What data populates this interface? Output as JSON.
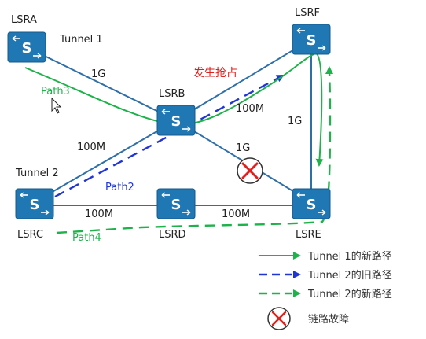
{
  "routers": {
    "lsra": "LSRA",
    "lsrb": "LSRB",
    "lsrc": "LSRC",
    "lsrd": "LSRD",
    "lsre": "LSRE",
    "lsrf": "LSRF"
  },
  "router_icon_glyph": "S",
  "tunnels": {
    "tunnel1": "Tunnel 1",
    "tunnel2": "Tunnel 2"
  },
  "links": {
    "a_b": "1G",
    "b_f": "100M",
    "f_e": "1G",
    "b_e": "1G",
    "c_b": "100M",
    "c_d": "100M",
    "d_e": "100M"
  },
  "paths": {
    "path2": "Path2",
    "path3": "Path3",
    "path4": "Path4",
    "preempt": "发生抢占"
  },
  "legend": {
    "items": [
      "Tunnel 1的新路径",
      "Tunnel 2的旧路径",
      "Tunnel 2的新路径",
      "链路故障"
    ]
  },
  "colors": {
    "router_fill": "#1f77b4",
    "link": "#2f6fa8",
    "tunnel1_new_path": "#1db34a",
    "tunnel2_old_path": "#1f35d6",
    "tunnel2_new_path": "#1db34a",
    "preempt_text": "#e0201c",
    "failure_mark": "#e0201c"
  },
  "icons": [
    "router-icon",
    "link-failure-icon",
    "mouse-cursor-icon"
  ]
}
